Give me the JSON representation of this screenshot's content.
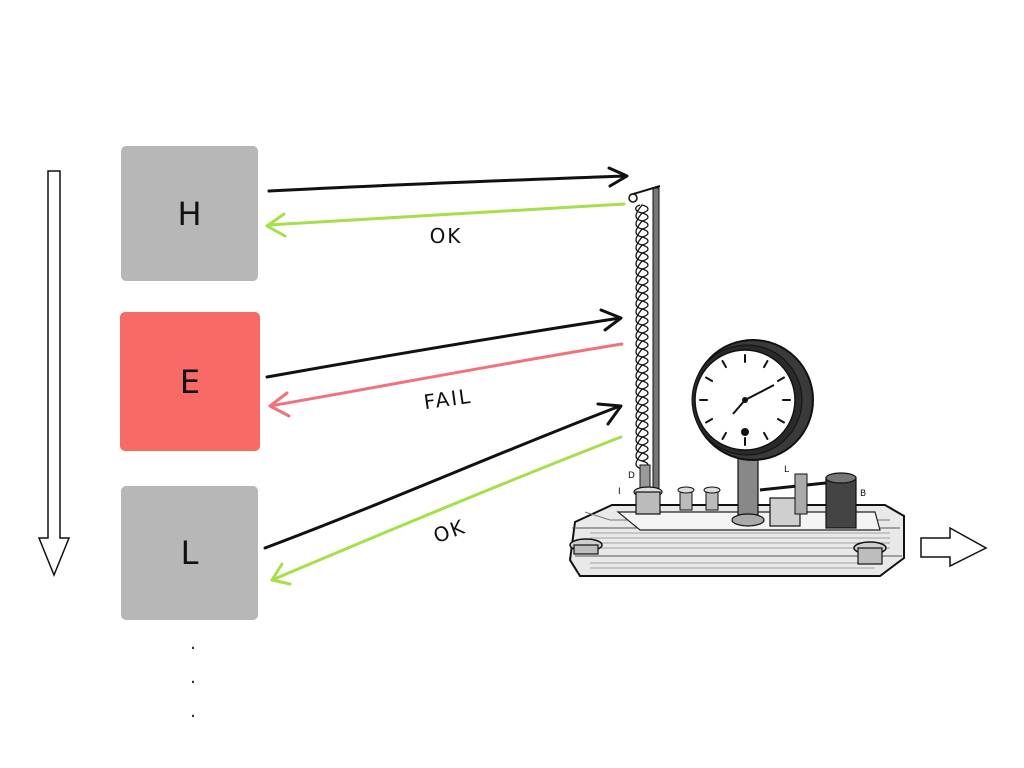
{
  "boxes": [
    {
      "letter": "H",
      "status": "ok",
      "color": "#b7b7b7"
    },
    {
      "letter": "E",
      "status": "fail",
      "color": "#f86a66"
    },
    {
      "letter": "L",
      "status": "ok",
      "color": "#b7b7b7"
    }
  ],
  "responses": {
    "first": "OK",
    "second": "FAIL",
    "third": "OK"
  },
  "continuation": "· · ·",
  "colors": {
    "ok_arrow": "#a5e04a",
    "fail_arrow": "#f0737c",
    "request_arrow": "#111111"
  },
  "icons": {
    "device": "galvanometer-apparatus-engraving",
    "down": "down-arrow-icon",
    "right": "right-arrow-icon"
  }
}
